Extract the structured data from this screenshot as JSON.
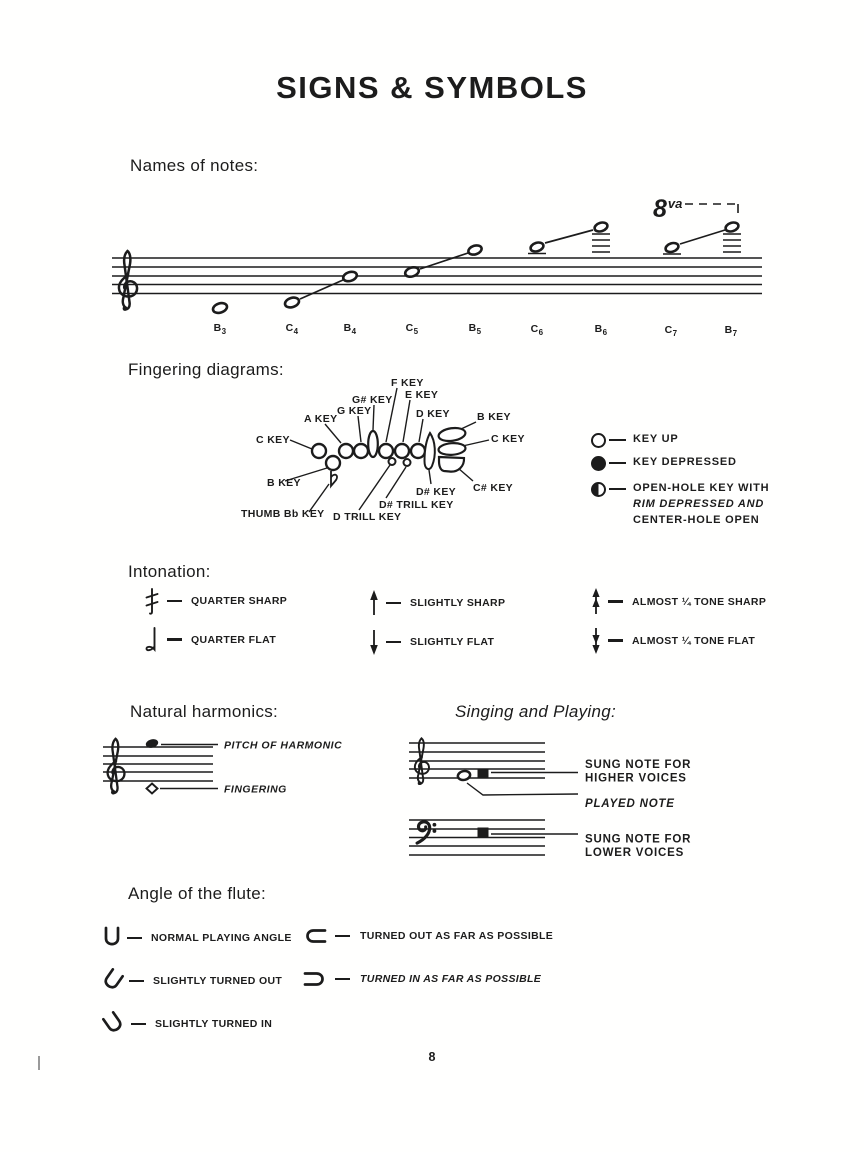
{
  "ink": "#1c1c1c",
  "paper": "#fffffe",
  "page": {
    "title": "SIGNS & SYMBOLS",
    "number": "8"
  },
  "names_of_notes": {
    "heading": "Names of notes:",
    "octave_number": "8",
    "octave_suffix": "va",
    "notes": [
      {
        "name": "B",
        "octave": "3"
      },
      {
        "name": "C",
        "octave": "4"
      },
      {
        "name": "B",
        "octave": "4"
      },
      {
        "name": "C",
        "octave": "5"
      },
      {
        "name": "B",
        "octave": "5"
      },
      {
        "name": "C",
        "octave": "6"
      },
      {
        "name": "B",
        "octave": "6"
      },
      {
        "name": "C",
        "octave": "7"
      },
      {
        "name": "B",
        "octave": "7"
      }
    ]
  },
  "fingering": {
    "heading": "Fingering diagrams:",
    "labels": {
      "c_left": "C KEY",
      "b_left": "B KEY",
      "thumb_bb": "THUMB Bb KEY",
      "a": "A KEY",
      "g": "G KEY",
      "g_sharp": "G# KEY",
      "f": "F KEY",
      "e": "E KEY",
      "d": "D KEY",
      "d_trill": "D TRILL KEY",
      "d_sharp_trill": "D# TRILL KEY",
      "d_sharp": "D# KEY",
      "b_right": "B KEY",
      "c_right": "C KEY",
      "c_sharp": "C# KEY"
    },
    "legend": {
      "key_up": "KEY UP",
      "key_depressed": "KEY DEPRESSED",
      "open_hole_1": "OPEN-HOLE KEY WITH",
      "open_hole_2": "RIM DEPRESSED AND",
      "open_hole_3": "CENTER-HOLE OPEN"
    }
  },
  "intonation": {
    "heading": "Intonation:",
    "items": [
      {
        "icon": "quarter-sharp-symbol",
        "label": "QUARTER SHARP"
      },
      {
        "icon": "quarter-flat-symbol",
        "label": "QUARTER FLAT"
      },
      {
        "icon": "up-arrow",
        "label": "SLIGHTLY SHARP"
      },
      {
        "icon": "down-arrow",
        "label": "SLIGHTLY FLAT"
      },
      {
        "icon": "double-up-arrow",
        "label": "ALMOST ¼ TONE SHARP"
      },
      {
        "icon": "double-down-arrow",
        "label": "ALMOST ¼ TONE FLAT"
      }
    ]
  },
  "natural_harmonics": {
    "heading": "Natural harmonics:",
    "pitch_label": "PITCH OF HARMONIC",
    "fingering_label": "FINGERING"
  },
  "singing_playing": {
    "heading": "Singing and Playing:",
    "sung_higher_1": "SUNG NOTE FOR",
    "sung_higher_2": "HIGHER VOICES",
    "played": "PLAYED NOTE",
    "sung_lower_1": "SUNG NOTE FOR",
    "sung_lower_2": "LOWER VOICES"
  },
  "angle": {
    "heading": "Angle of the flute:",
    "items": [
      {
        "icon": "u-upright",
        "label": "NORMAL PLAYING ANGLE"
      },
      {
        "icon": "u-tilted-out",
        "label": "SLIGHTLY TURNED OUT"
      },
      {
        "icon": "u-tilted-in",
        "label": "SLIGHTLY TURNED IN"
      },
      {
        "icon": "c-open-right",
        "label": "TURNED OUT AS FAR AS POSSIBLE"
      },
      {
        "icon": "c-open-left",
        "label": "TURNED IN AS FAR AS POSSIBLE"
      }
    ]
  }
}
